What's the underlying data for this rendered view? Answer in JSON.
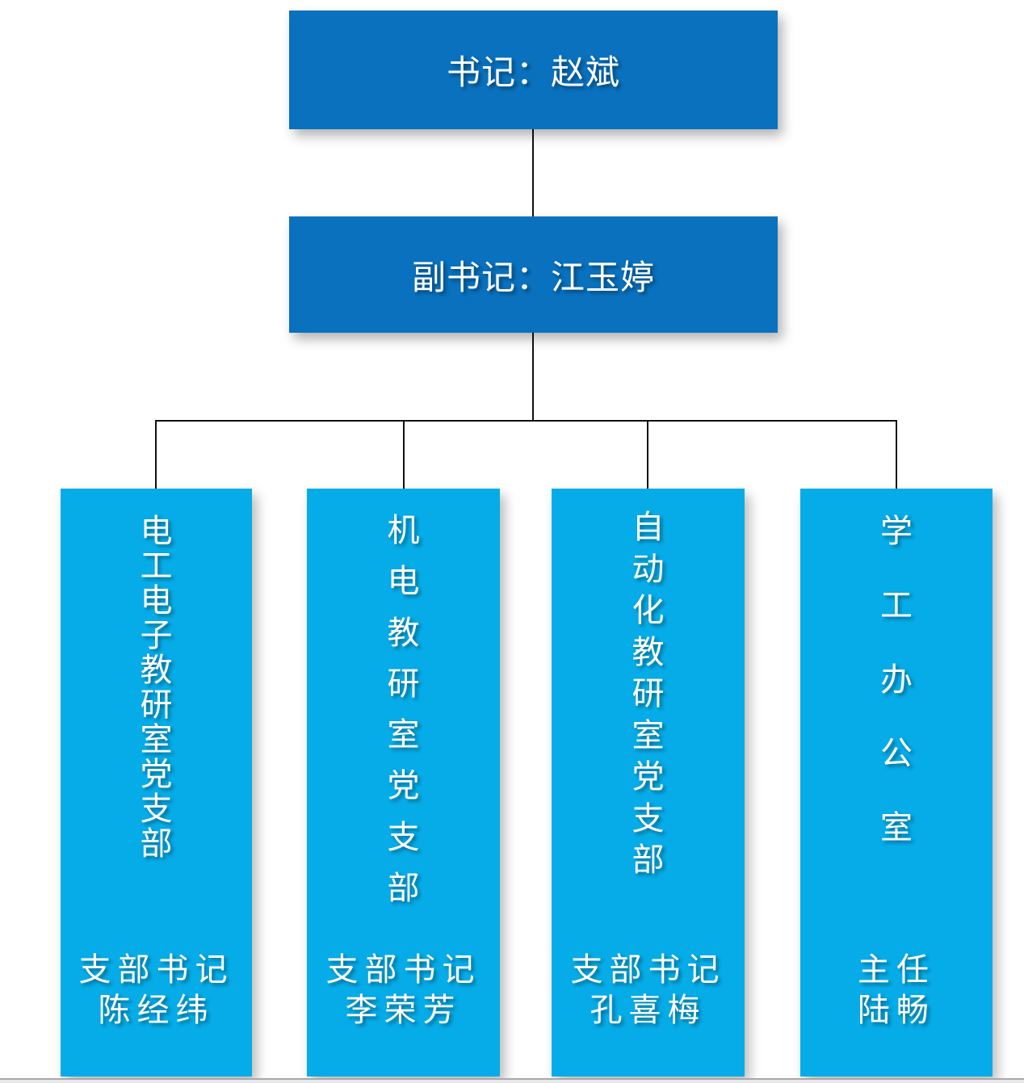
{
  "org_chart": {
    "root": {
      "label": "书记：赵斌"
    },
    "deputy": {
      "label": "副书记：江玉婷"
    },
    "branches": [
      {
        "title": "电工电子教研室党支部",
        "role_line": "支部书记",
        "name_line": "陈经纬"
      },
      {
        "title": "机电教研室党支部",
        "role_line": "支部书记",
        "name_line": "李荣芳"
      },
      {
        "title": "自动化教研室党支部",
        "role_line": "支部书记",
        "name_line": "孔喜梅"
      },
      {
        "title": "学工办公室",
        "role_line": "主任",
        "name_line": "陆畅"
      }
    ],
    "colors": {
      "primary_box": "#0971be",
      "branch_box": "#05ace8",
      "connector": "#111111",
      "text": "#ffffff"
    }
  }
}
